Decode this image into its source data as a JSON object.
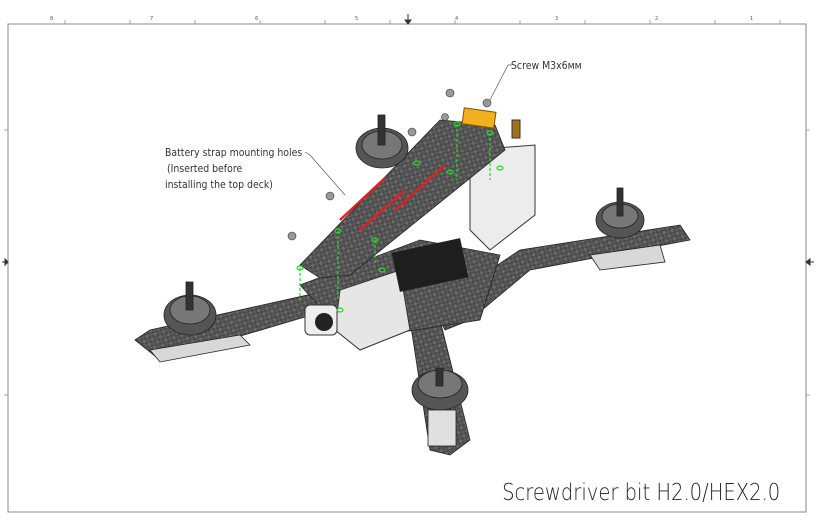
{
  "annotations": {
    "screw": "Screw M3x6мм",
    "battery_line1": "Battery strap mounting holes",
    "battery_line2": "(Inserted before",
    "battery_line3": "installing the top deck)"
  },
  "title": "Screwdriver bit H2.0/HEX2.0",
  "border_labels_top": [
    "8",
    "7",
    "6",
    "5",
    "4",
    "3",
    "2",
    "1"
  ],
  "colors": {
    "carbon": "#4a4a4a",
    "highlight": "#22dd22",
    "slot": "#e02020",
    "connector": "#f0b020",
    "frame": "#888888"
  }
}
